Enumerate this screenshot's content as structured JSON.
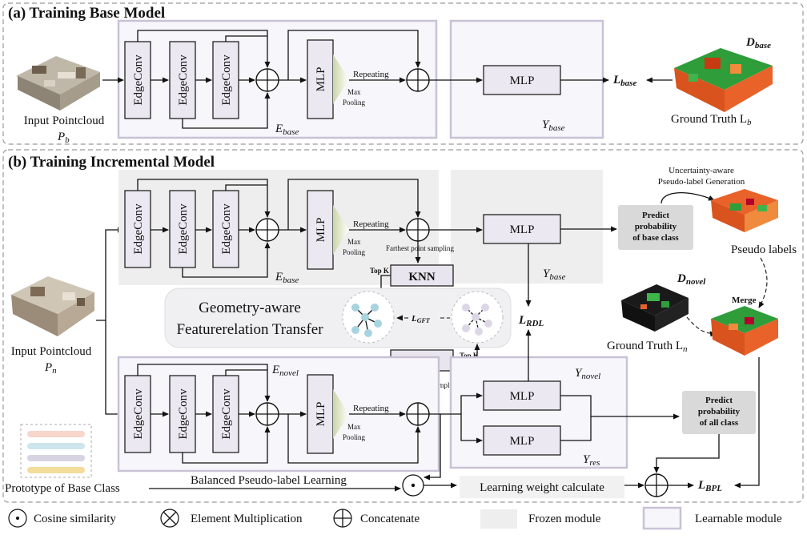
{
  "section_a": {
    "title": "(a) Training Base Model",
    "input_label": "Input Pointcloud",
    "input_symbol": "P",
    "input_sub": "b",
    "edgeconv": "EdgeConv",
    "mlp": "MLP",
    "repeating": "Repeating",
    "max_pooling_1": "Max",
    "max_pooling_2": "Pooling",
    "e_base": "E",
    "e_base_sub": "base",
    "y_base": "Y",
    "y_base_sub": "base",
    "loss": "L",
    "loss_sub": "base",
    "d_base": "D",
    "d_base_sub": "base",
    "gt_label": "Ground Truth L",
    "gt_sub": "b"
  },
  "section_b": {
    "title": "(b) Training Incremental Model",
    "input_label": "Input Pointcloud",
    "input_symbol": "P",
    "input_sub": "n",
    "edgeconv": "EdgeConv",
    "mlp": "MLP",
    "repeating": "Repeating",
    "max_pooling_1": "Max",
    "max_pooling_2": "Pooling",
    "fps": "Farthest point sampling",
    "knn": "KNN",
    "topk": "Top K",
    "e_base": "E",
    "e_base_sub": "base",
    "e_novel": "E",
    "e_novel_sub": "novel",
    "y_base": "Y",
    "y_base_sub": "base",
    "y_novel": "Y",
    "y_novel_sub": "novel",
    "y_res": "Y",
    "y_res_sub": "res",
    "l_rdl": "L",
    "l_rdl_sub": "RDL",
    "l_gft": "L",
    "l_gft_sub": "GFT",
    "l_bpl": "L",
    "l_bpl_sub": "BPL",
    "gft_title_1": "Geometry-aware",
    "gft_title_2": "Featurerelation Transfer",
    "uncertainty_1": "Uncertainty-aware",
    "uncertainty_2": "Pseudo-label Generation",
    "predict_base_1": "Predict",
    "predict_base_2": "probability",
    "predict_base_3": "of base class",
    "predict_all_1": "Predict",
    "predict_all_2": "probability",
    "predict_all_3": "of all class",
    "pseudo_labels": "Pseudo labels",
    "merge": "Merge",
    "d_novel": "D",
    "d_novel_sub": "novel",
    "gt_label": "Ground Truth L",
    "gt_sub": "n",
    "prototype": "Prototype of Base Class",
    "bpl_label": "Balanced Pseudo-label Learning",
    "weight_calc": "Learning weight calculate"
  },
  "legend": {
    "cosine": "Cosine similarity",
    "mult": "Element Multiplication",
    "concat": "Concatenate",
    "frozen": "Frozen module",
    "learnable": "Learnable module"
  },
  "colors": {
    "frozen": "#eeeeee",
    "learnable_border": "#c9c2d6",
    "block_fill": "#ebe8f1",
    "predict_fill": "#d9d9d9",
    "point_node": "#a8d4e0"
  }
}
